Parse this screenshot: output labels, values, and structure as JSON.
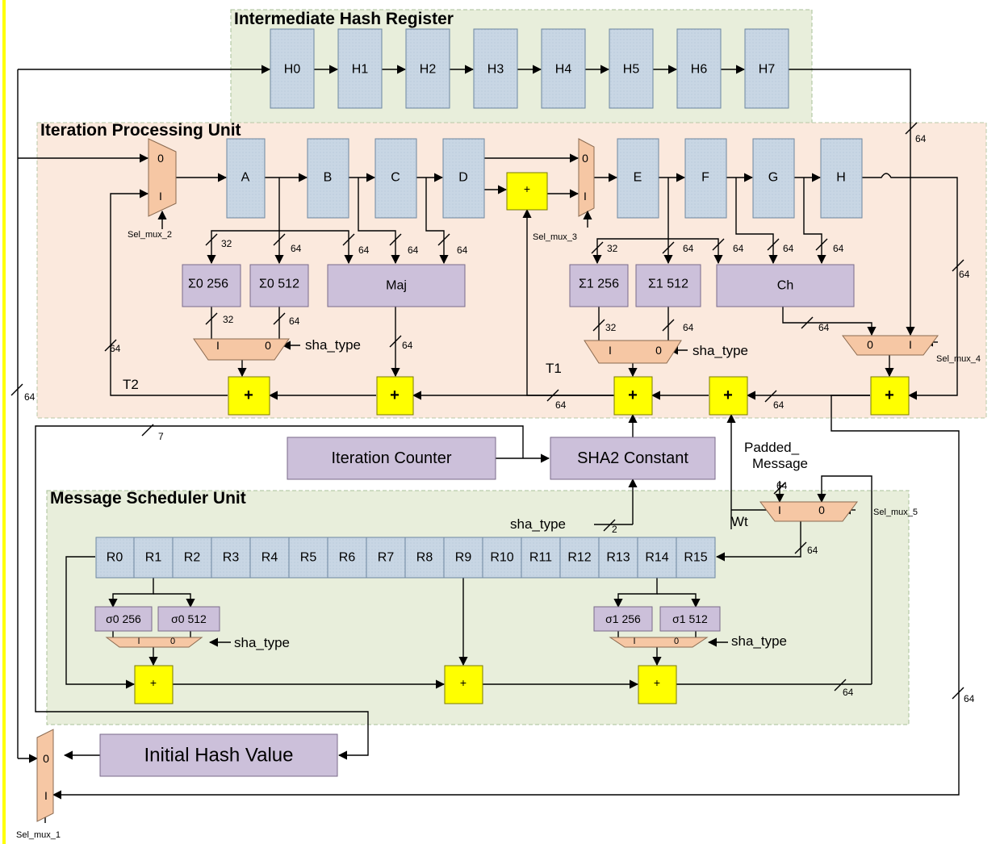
{
  "regions": {
    "hash_register": "Intermediate Hash Register",
    "iteration_unit": "Iteration Processing Unit",
    "scheduler_unit": "Message Scheduler Unit"
  },
  "hash_registers": [
    "H0",
    "H1",
    "H2",
    "H3",
    "H4",
    "H5",
    "H6",
    "H7"
  ],
  "work_registers": [
    "A",
    "B",
    "C",
    "D",
    "E",
    "F",
    "G",
    "H"
  ],
  "function_blocks": {
    "sigma0_256": "Σ0 256",
    "sigma0_512": "Σ0 512",
    "maj": "Maj",
    "sigma1_256": "Σ1 256",
    "sigma1_512": "Σ1 512",
    "ch": "Ch",
    "iteration_counter": "Iteration Counter",
    "sha2_constant": "SHA2 Constant",
    "initial_hash": "Initial Hash Value",
    "small_sigma0_256": "σ0 256",
    "small_sigma0_512": "σ0 512",
    "small_sigma1_256": "σ1 256",
    "small_sigma1_512": "σ1 512"
  },
  "schedule_registers": [
    "R0",
    "R1",
    "R2",
    "R3",
    "R4",
    "R5",
    "R6",
    "R7",
    "R8",
    "R9",
    "R10",
    "R11",
    "R12",
    "R13",
    "R14",
    "R15"
  ],
  "signals": {
    "sel_mux_1": "Sel_mux_1",
    "sel_mux_2": "Sel_mux_2",
    "sel_mux_3": "Sel_mux_3",
    "sel_mux_4": "Sel_mux_4",
    "sel_mux_5": "Sel_mux_5",
    "sha_type": "sha_type",
    "t1": "T1",
    "t2": "T2",
    "wt": "Wt",
    "padded_line1": "Padded_",
    "padded_line2": "Message"
  },
  "mux_inputs": {
    "zero": "0",
    "one": "I"
  },
  "adder_symbol": "+",
  "bus_widths": {
    "w64": "64",
    "w32": "32",
    "w7": "7",
    "w2": "2"
  },
  "colors": {
    "hash_region_fill": "#e8eedb",
    "iter_region_fill": "#fbe9dd",
    "register_fill": "#c8d6e4",
    "function_fill": "#ccc0da",
    "mux_fill": "#f6c7a4",
    "adder_fill": "#ffff00",
    "side_bar": "#ffff00"
  }
}
